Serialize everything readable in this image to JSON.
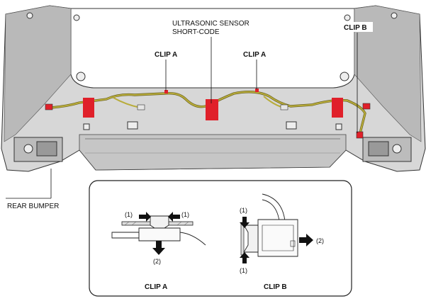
{
  "labels": {
    "sensor_line1": "ULTRASONIC SENSOR",
    "sensor_line2": "SHORT-CODE",
    "clip_a_left": "CLIP A",
    "clip_a_right": "CLIP A",
    "clip_b_top": "CLIP B",
    "rear_bumper": "REAR BUMPER"
  },
  "detail": {
    "clip_a_caption": "CLIP A",
    "clip_b_caption": "CLIP B",
    "a_step1_left": "(1)",
    "a_step1_right": "(1)",
    "a_step2": "(2)",
    "b_step1_top": "(1)",
    "b_step1_bottom": "(1)",
    "b_step2": "(2)"
  },
  "colors": {
    "harness": "#b8ac3a",
    "harness_outline": "#6c6320",
    "marker_red": "#e0202a",
    "bumper_fill": "#d7d7d7",
    "bumper_shade": "#9d9d9d",
    "outline": "#333333"
  }
}
